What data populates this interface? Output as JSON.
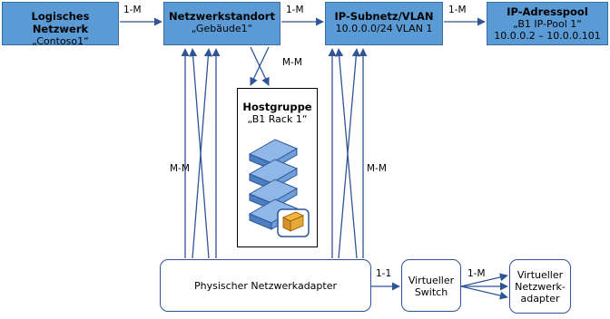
{
  "logical_network": {
    "title": "Logisches Netzwerk",
    "subtitle": "„Contoso1“"
  },
  "network_site": {
    "title": "Netzwerkstandort",
    "subtitle": "„Gebäude1“"
  },
  "ip_subnet": {
    "title": "IP-Subnetz/VLAN",
    "subtitle": "10.0.0.0/24 VLAN 1"
  },
  "ip_pool": {
    "title": "IP-Adresspool",
    "subtitle": "„B1 IP-Pool 1“",
    "range": "10.0.0.2 – 10.0.0.101"
  },
  "host_group": {
    "title": "Hostgruppe",
    "subtitle": "„B1 Rack 1“"
  },
  "physical_adapter": {
    "label": "Physischer Netzwerkadapter"
  },
  "virtual_switch": {
    "line1": "Virtueller",
    "line2": "Switch"
  },
  "virtual_adapter": {
    "line1": "Virtueller",
    "line2": "Netzwerk-",
    "line3": "adapter"
  },
  "relations": {
    "logical_to_site": "1-M",
    "site_to_subnet": "1-M",
    "subnet_to_pool": "1-M",
    "site_to_host": "M-M",
    "adapter_to_site": "M-M",
    "adapter_to_subnet": "M-M",
    "adapter_to_switch": "1-1",
    "switch_to_vadapter": "1-M"
  },
  "colors": {
    "box_fill": "#5b9bd5",
    "box_border": "#3a6ea5",
    "arrow": "#2f5597",
    "outline": "#2f5597"
  }
}
